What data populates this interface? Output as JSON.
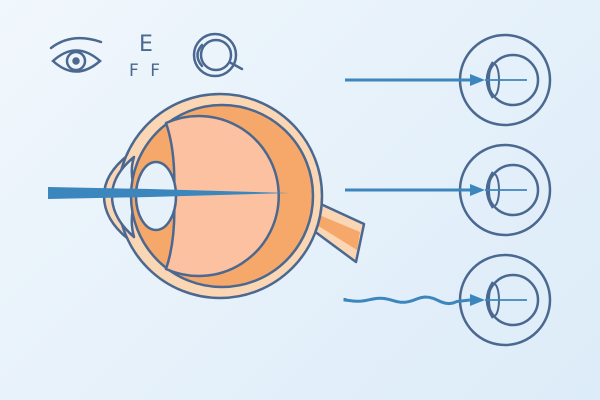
{
  "icons": {
    "eye_icon": "eye-icon",
    "eye_chart_icon": "eye-chart-icon",
    "eyeball_icon": "eyeball-cross-section-icon",
    "eye_chart": {
      "top_letter": "E",
      "bottom_letters": "F F"
    }
  },
  "colors": {
    "stroke": "#4a6890",
    "light_beam": "#3b86bd",
    "sclera": "#fbd6b5",
    "choroid": "#f5a86a",
    "vitreous": "#fbc1a0",
    "lens": "#e6f1fa"
  },
  "small_eyes": [
    {
      "ray": "straight"
    },
    {
      "ray": "straight"
    },
    {
      "ray": "wavy"
    }
  ]
}
